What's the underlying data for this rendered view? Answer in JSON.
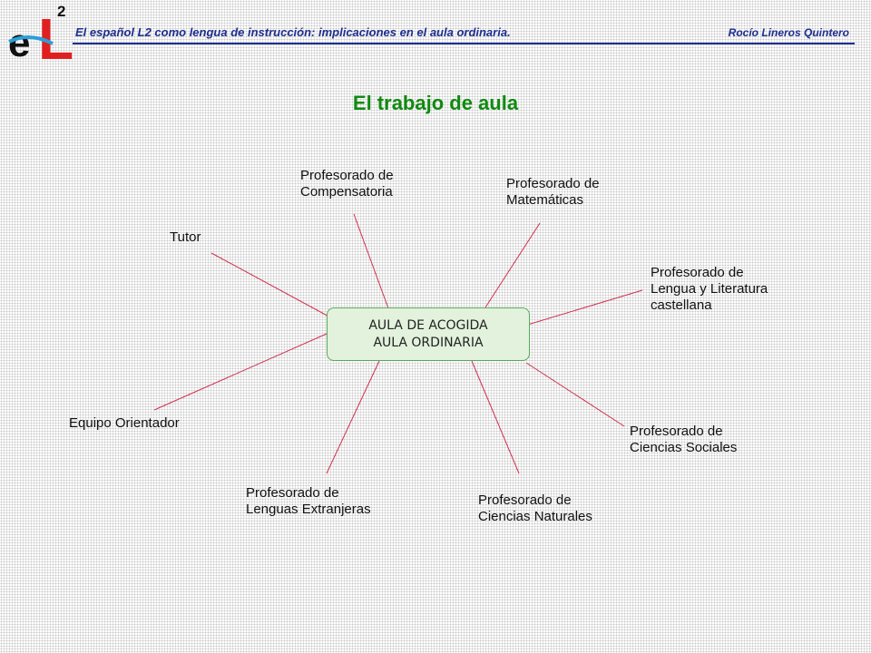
{
  "header": {
    "title": "El español L2 como lengua de instrucción: implicaciones en el aula ordinaria.",
    "author": "Rocío Lineros Quintero",
    "logo": {
      "superscript": "2",
      "letters": [
        "e",
        "L"
      ]
    },
    "rule_color": "#1f2f8f"
  },
  "slide": {
    "title": "El trabajo de aula",
    "title_color": "#0f8a0f"
  },
  "diagram": {
    "line_color": "#d03050",
    "center": {
      "line1": "AULA DE ACOGIDA",
      "line2": "AULA ORDINARIA",
      "fill": "#e2f2dd",
      "border": "#5aa85a"
    },
    "nodes": {
      "tutor": {
        "lines": [
          "Tutor"
        ]
      },
      "compensatoria": {
        "lines": [
          "Profesorado de",
          "Compensatoria"
        ]
      },
      "matematicas": {
        "lines": [
          "Profesorado de",
          "Matemáticas"
        ]
      },
      "lengua": {
        "lines": [
          "Profesorado de",
          "Lengua y Literatura",
          "castellana"
        ]
      },
      "sociales": {
        "lines": [
          "Profesorado de",
          "Ciencias Sociales"
        ]
      },
      "naturales": {
        "lines": [
          "Profesorado de",
          "Ciencias Naturales"
        ]
      },
      "extranjeras": {
        "lines": [
          "Profesorado de",
          "Lenguas Extranjeras"
        ]
      },
      "orientador": {
        "lines": [
          "Equipo Orientador"
        ]
      }
    }
  }
}
